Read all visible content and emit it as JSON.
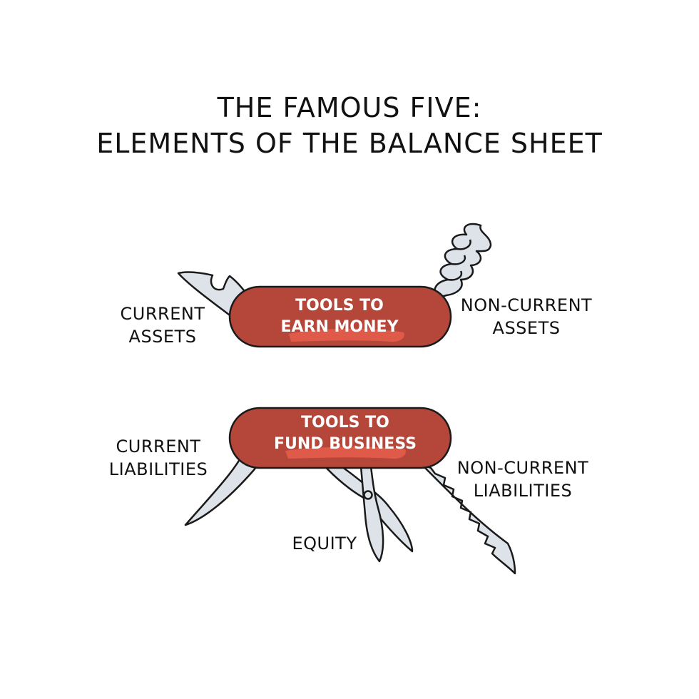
{
  "title": {
    "line1": "THE FAMOUS FIVE:",
    "line2": "ELEMENTS OF THE BALANCE SHEET"
  },
  "assets_knife": {
    "line1": "TOOLS TO",
    "line2": "EARN MONEY",
    "handle_color": "#b5463a",
    "highlight_color": "#e05a4a"
  },
  "liabilities_knife": {
    "line1": "TOOLS TO",
    "line2": "FUND BUSINESS",
    "handle_color": "#b5463a",
    "highlight_color": "#e05a4a"
  },
  "labels": {
    "current_assets": {
      "line1": "CURRENT",
      "line2": "ASSETS"
    },
    "non_current_assets": {
      "line1": "NON-CURRENT",
      "line2": "ASSETS"
    },
    "current_liabilities": {
      "line1": "CURRENT",
      "line2": "LIABILITIES"
    },
    "non_current_liabilities": {
      "line1": "NON-CURRENT",
      "line2": "LIABILITIES"
    },
    "equity": {
      "line1": "EQUITY"
    }
  },
  "colors": {
    "blade": "#dde3e8",
    "outline": "#1a1a1a"
  }
}
